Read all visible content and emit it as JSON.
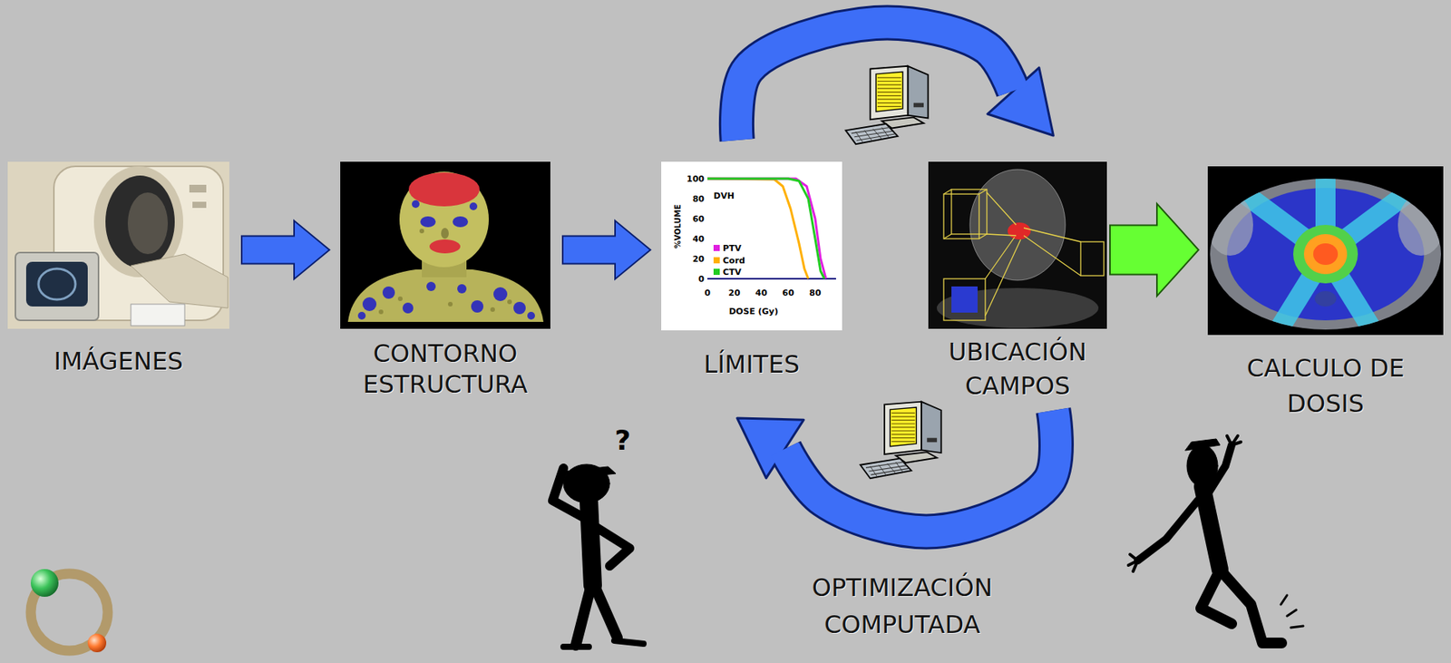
{
  "diagram": {
    "nodes": [
      {
        "text": [
          "IMÁGENES"
        ]
      },
      {
        "text": [
          "CONTORNO ESTRUCTURA"
        ]
      },
      {
        "text": [
          "LÍMITES"
        ]
      },
      {
        "text": [
          "UBICACIÓN CAMPOS"
        ]
      },
      {
        "text": [
          "CALCULO DE DOSIS"
        ]
      }
    ],
    "edges": [
      {
        "from": 0,
        "to": 1,
        "arrow": "to"
      },
      {
        "from": 1,
        "to": 2,
        "arrow": "to"
      },
      {
        "from": 2,
        "to": 3,
        "arrow": "to"
      },
      {
        "from": 3,
        "to": 2,
        "arrow": "to",
        "label": "OPTIMIZACIÓN COMPUTADA"
      },
      {
        "from": 3,
        "to": 4,
        "arrow": "to"
      }
    ],
    "labels": [
      "100",
      "80",
      "60",
      "40",
      "20",
      "0",
      "%VOLUME",
      "DVH",
      "PTV",
      "Cord",
      "CTV",
      "0",
      "20",
      "40",
      "60",
      "80",
      "DOSE (Gy)",
      "?"
    ]
  }
}
